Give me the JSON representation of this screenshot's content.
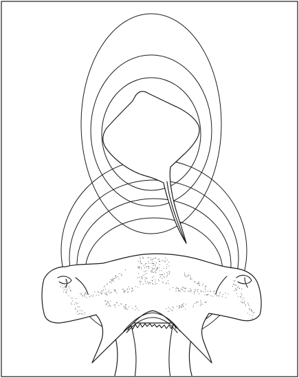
{
  "figure": {
    "kind": "line illustration",
    "colors": {
      "background": "#ffffff",
      "stroke": "#1a1a1a",
      "stipple": "#555555"
    },
    "ray_electric_field_rings": 3,
    "shark_sensing_field_rings": 4
  }
}
